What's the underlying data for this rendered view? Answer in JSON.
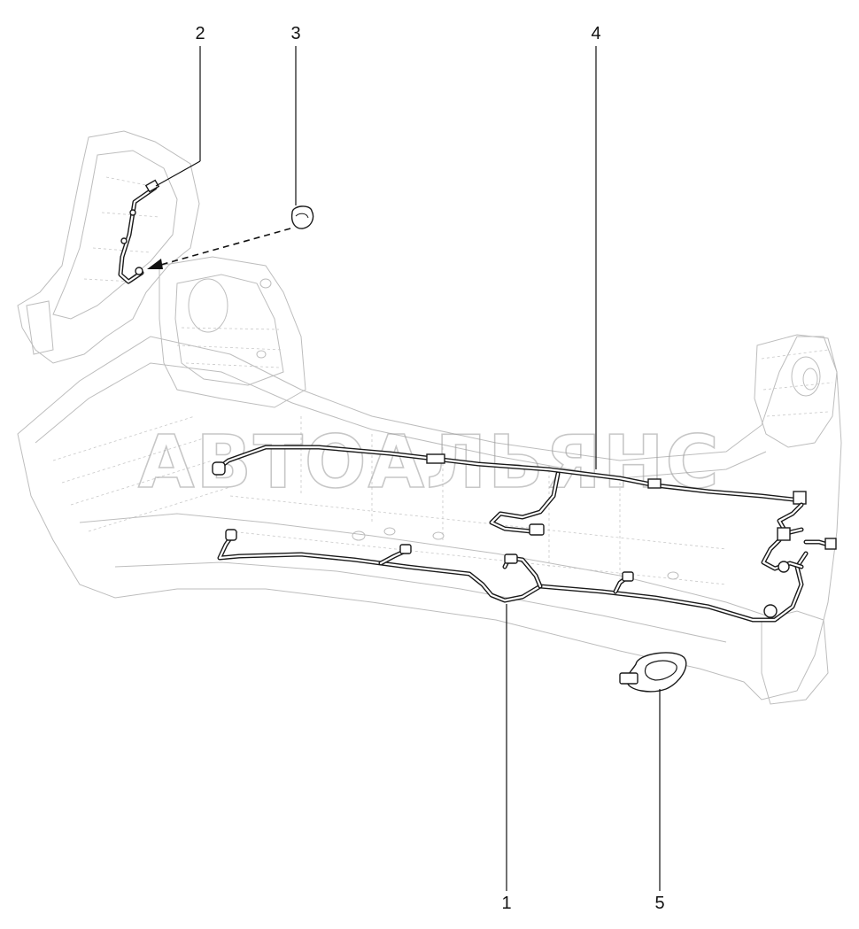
{
  "callouts": [
    {
      "id": "1",
      "label": "1"
    },
    {
      "id": "2",
      "label": "2"
    },
    {
      "id": "3",
      "label": "3"
    },
    {
      "id": "4",
      "label": "4"
    },
    {
      "id": "5",
      "label": "5"
    }
  ],
  "watermark": "АВТОАЛЬЯНС",
  "colors": {
    "line": "#1a1a1a",
    "body_outline": "#bdbdbd",
    "watermark": "#9a9a9a"
  }
}
